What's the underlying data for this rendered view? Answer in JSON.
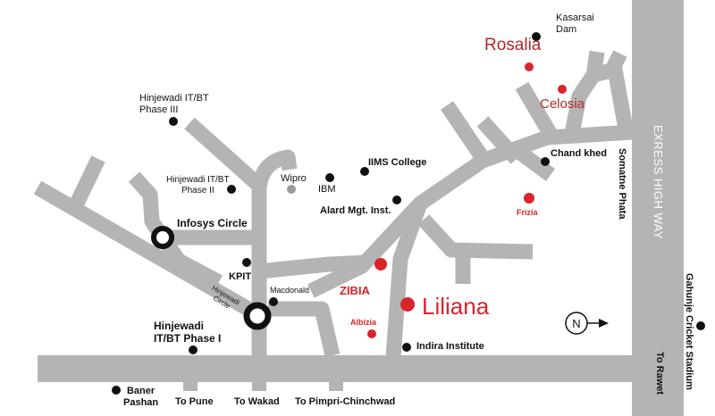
{
  "colors": {
    "road": "#b4b4b4",
    "landmark": "#111111",
    "project": "#d8242a",
    "project_label": "#b02a2a",
    "highlight": "#d8242a",
    "wipro": "#9a9a9a"
  },
  "labels": {
    "kasarsai_dam_1": "Kasarsai",
    "kasarsai_dam_2": "Dam",
    "rosalia": "Rosalia",
    "celosia": "Celosia",
    "hinjewadi3_1": "Hinjewadi IT/BT",
    "hinjewadi3_2": "Phase III",
    "chand_khed": "Chand khed",
    "iims": "IIMS College",
    "hinjewadi2_1": "Hinjewadi IT/BT",
    "hinjewadi2_2": "Phase II",
    "wipro": "Wipro",
    "ibm": "IBM",
    "alard": "Alard Mgt. Inst.",
    "frizia": "Frizia",
    "infosys": "Infosys Circle",
    "kpit": "KPIT",
    "zibia": "ZIBIA",
    "macdonald": "Macdonald",
    "hinjewadi_circle_1": "Hinjewadi",
    "hinjewadi_circle_2": "Circle",
    "liliana": "Liliana",
    "albizia": "Albizia",
    "hinjewadi1_1": "Hinjewadi",
    "hinjewadi1_2": "IT/BT Phase I",
    "indira": "Indira Institute",
    "baner_1": "Baner",
    "baner_2": "Pashan",
    "to_pune": "To Pune",
    "to_wakad": "To Wakad",
    "to_pimpri": "To Pimpri-Chinchwad",
    "express": "EXRESS HIGH WAY",
    "somatne": "Somatne Phata",
    "gahunje": "Gahunje Cricket Stadium",
    "to_rawet": "To Rawet",
    "north": "N"
  }
}
